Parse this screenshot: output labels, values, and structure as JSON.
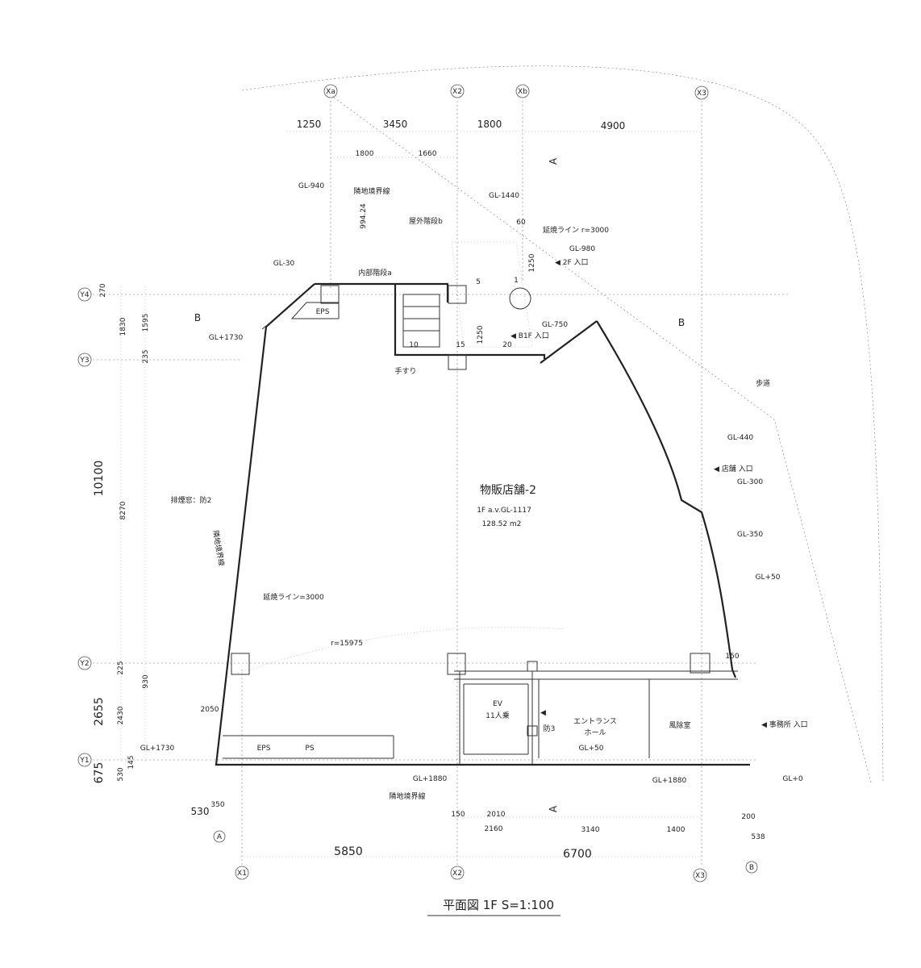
{
  "title": "平面図 1F S=1:100",
  "grid": {
    "top": [
      "Xa",
      "X2",
      "Xb",
      "X3"
    ],
    "bottom": [
      "X1",
      "X2",
      "X3"
    ],
    "left": [
      "Y4",
      "Y3",
      "Y2",
      "Y1"
    ],
    "misc": [
      "A",
      "B"
    ]
  },
  "dims_top": [
    "1250",
    "3450",
    "1800",
    "4900",
    "1800",
    "1660"
  ],
  "dims_left": [
    "270",
    "1830",
    "1595",
    "235",
    "10100",
    "8270",
    "225",
    "930",
    "2655",
    "2430",
    "675",
    "530",
    "145"
  ],
  "dims_bottom": [
    "5850",
    "6700",
    "150",
    "2010",
    "2160",
    "3140",
    "1400",
    "530",
    "350",
    "200",
    "538"
  ],
  "dims_misc": [
    "994.24",
    "60",
    "1250",
    "1250",
    "2050",
    "150",
    "10",
    "15",
    "20",
    "5",
    "1",
    "11人乗"
  ],
  "labels": {
    "shop_name": "物販店舗-2",
    "floor_level": "1F a.v.GL-1117",
    "area": "128.52 m2",
    "entrance_hall": "エントランス",
    "entrance_hall2": "ホール",
    "windbreak": "風除室",
    "ev": "EV",
    "ev_cap": "11人乗",
    "eps_top": "EPS",
    "eps_bottom": "EPS",
    "ps": "PS",
    "handrail": "手すり",
    "inner_stair": "内部階段a",
    "outer_stair": "屋外階段b",
    "boundary_top": "隣地境界線",
    "boundary_left": "隣地境界線",
    "boundary_bottom": "隣地境界線",
    "setback_top": "延焼ライン r=3000",
    "setback_main": "延焼ライン=3000",
    "radius": "r=15975",
    "smoke_window": "排煙窓：防2",
    "fire_door": "防3",
    "sidewalk": "歩道",
    "A_top": "A",
    "A_bottom": "A",
    "A_circle": "A",
    "B_circle": "B",
    "B_left": "B",
    "B_right": "B"
  },
  "levels": [
    "GL-940",
    "GL-1440",
    "GL-30",
    "GL-980",
    "GL+1730",
    "GL-750",
    "GL-440",
    "GL-300",
    "GL-350",
    "GL+50",
    "GL+50",
    "GL+1730",
    "GL+1880",
    "GL+1880",
    "GL+0"
  ],
  "entrances": [
    "◀ 2F 入口",
    "◀ B1F 入口",
    "◀ 店舗 入口",
    "◀ 事務所 入口",
    "◀"
  ]
}
